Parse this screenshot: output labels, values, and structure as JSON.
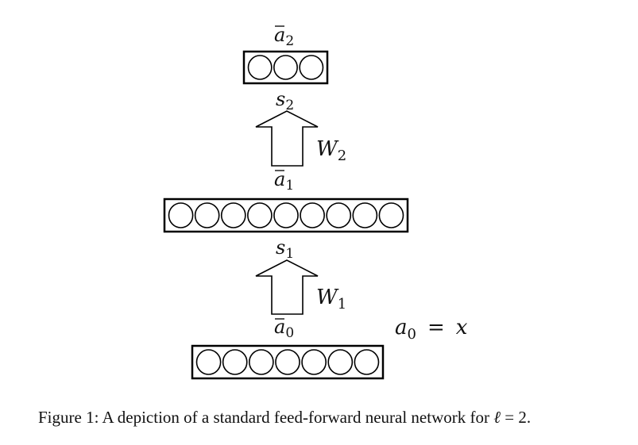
{
  "layers": [
    {
      "name": "a0",
      "label_base": "a",
      "label_sub": "0",
      "neurons": 7,
      "annotation": {
        "lhs_base": "a",
        "lhs_sub": "0",
        "rhs": "x",
        "op": "="
      }
    },
    {
      "name": "a1",
      "label_base": "a",
      "label_sub": "1",
      "neurons": 9
    },
    {
      "name": "a2",
      "label_base": "a",
      "label_sub": "2",
      "neurons": 3
    }
  ],
  "transitions": [
    {
      "name": "w1",
      "signal_base": "s",
      "signal_sub": "1",
      "weight_base": "W",
      "weight_sub": "1"
    },
    {
      "name": "w2",
      "signal_base": "s",
      "signal_sub": "2",
      "weight_base": "W",
      "weight_sub": "2"
    }
  ],
  "caption": {
    "prefix": "Figure 1: ",
    "text": "A depiction of a standard feed-forward neural network for ",
    "math_var": "ℓ",
    "math_rest": " = 2."
  }
}
